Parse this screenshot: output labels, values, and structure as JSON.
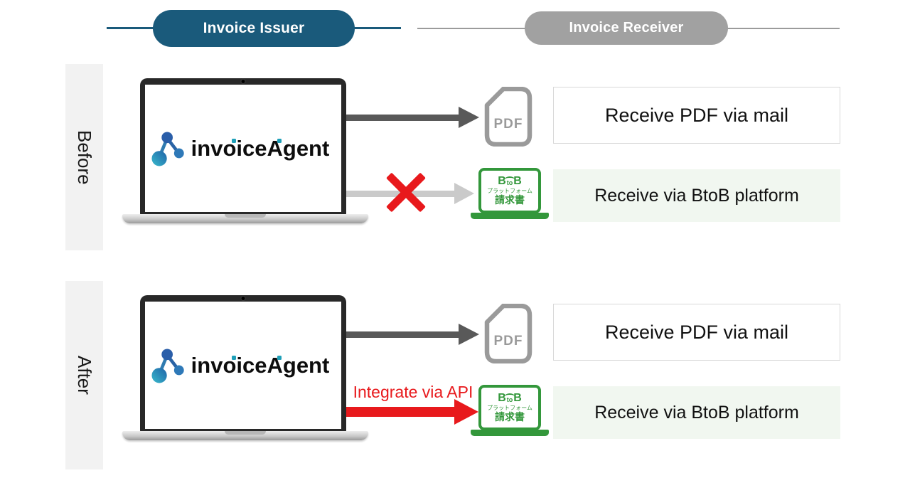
{
  "header": {
    "issuer_label": "Invoice Issuer",
    "receiver_label": "Invoice Receiver"
  },
  "shared": {
    "laptop_logo_text": "invoiceAgent",
    "pdf_icon_label": "PDF",
    "btob_logo": {
      "b_left": "B",
      "to": "to",
      "b_right": "B",
      "platform_text": "プラットフォーム",
      "invoice_text": "請求書"
    }
  },
  "rows": [
    {
      "label": "Before",
      "pdf_box_text": "Receive PDF via mail",
      "btob_box_text": "Receive via BtoB platform",
      "btob_path_state": "blocked"
    },
    {
      "label": "After",
      "pdf_box_text": "Receive PDF via mail",
      "btob_box_text": "Receive via BtoB platform",
      "btob_path_state": "api",
      "api_annotation": "Integrate via API"
    }
  ],
  "colors": {
    "issuer_pill": "#1A5A7B",
    "receiver_pill": "#A1A1A1",
    "issuer_line": "#1A5A7B",
    "receiver_line": "#9B9B9B",
    "dark_arrow": "#595959",
    "light_arrow": "#CACACA",
    "red": "#E8191C",
    "btob_green": "#33973B",
    "btob_box_bg": "#F1F7F0",
    "label_bg": "#F2F2F2",
    "logo_dot_teal": "#1E9FB8"
  }
}
